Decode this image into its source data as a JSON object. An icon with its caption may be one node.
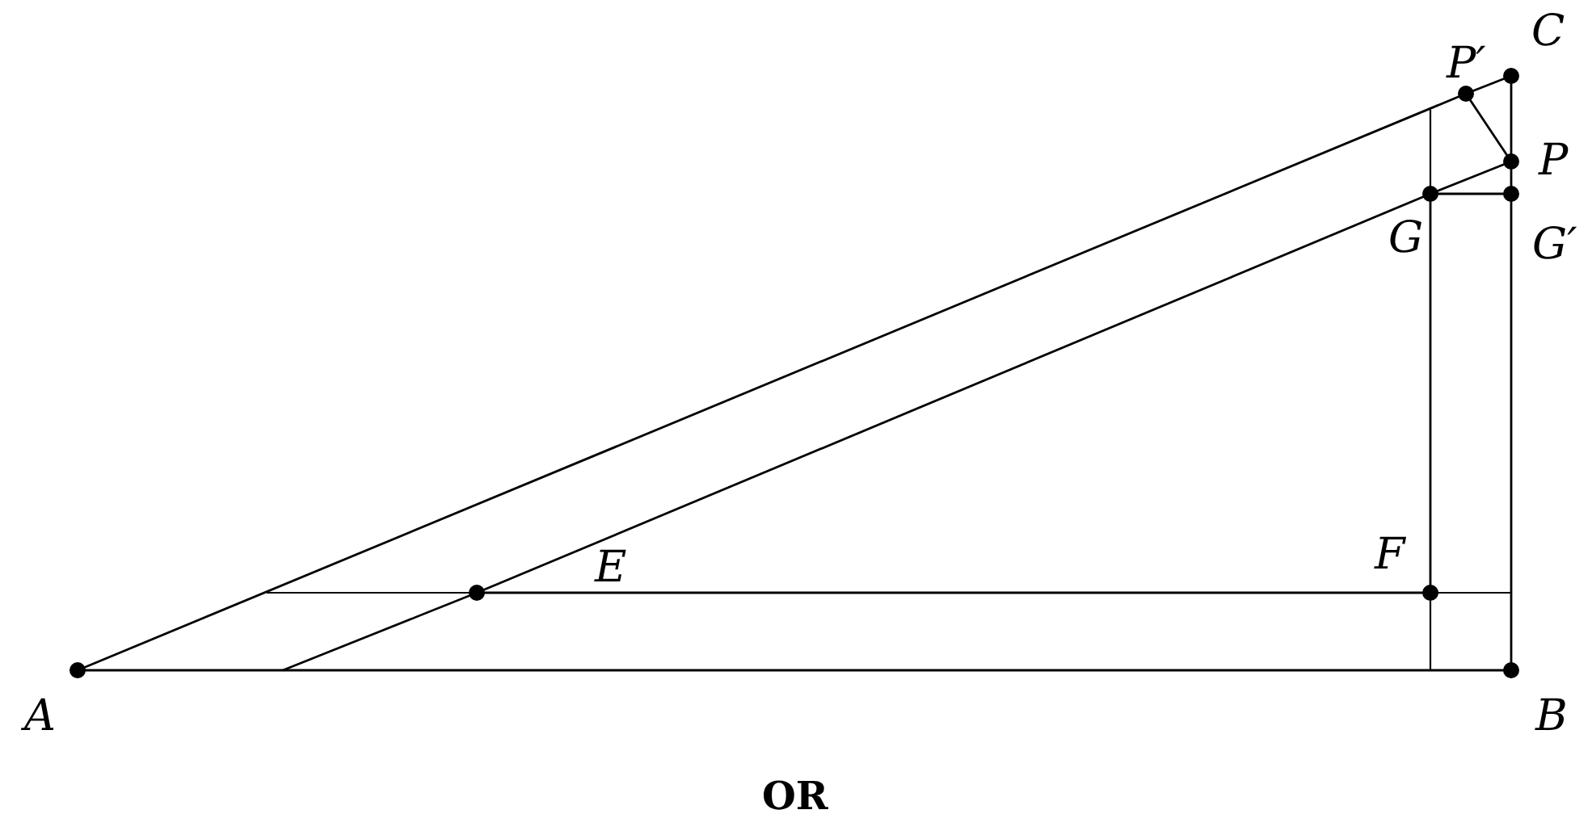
{
  "diagram": {
    "nodes": [
      {
        "text": [
          "P′"
        ]
      },
      {
        "text": [
          "C"
        ]
      },
      {
        "text": [
          "P"
        ]
      },
      {
        "text": [
          "G"
        ]
      },
      {
        "text": [
          "G′"
        ]
      },
      {
        "text": [
          "E"
        ]
      },
      {
        "text": [
          "F"
        ]
      },
      {
        "text": [
          "A"
        ]
      },
      {
        "text": [
          "B"
        ]
      }
    ],
    "edges": [
      {
        "from": 7,
        "to": 8,
        "arrow": "none"
      },
      {
        "from": 8,
        "to": 4,
        "arrow": "none"
      },
      {
        "from": 4,
        "to": 2,
        "arrow": "none"
      },
      {
        "from": 2,
        "to": 1,
        "arrow": "none"
      },
      {
        "from": 7,
        "to": 0,
        "arrow": "none"
      },
      {
        "from": 0,
        "to": 1,
        "arrow": "none"
      },
      {
        "from": 0,
        "to": 2,
        "arrow": "none"
      },
      {
        "from": 5,
        "to": 3,
        "arrow": "none"
      },
      {
        "from": 3,
        "to": 2,
        "arrow": "none"
      },
      {
        "from": 3,
        "to": 4,
        "arrow": "none"
      },
      {
        "from": 5,
        "to": 6,
        "arrow": "none"
      },
      {
        "from": 6,
        "to": 3,
        "arrow": "none"
      }
    ],
    "labels": [
      "OR"
    ]
  }
}
